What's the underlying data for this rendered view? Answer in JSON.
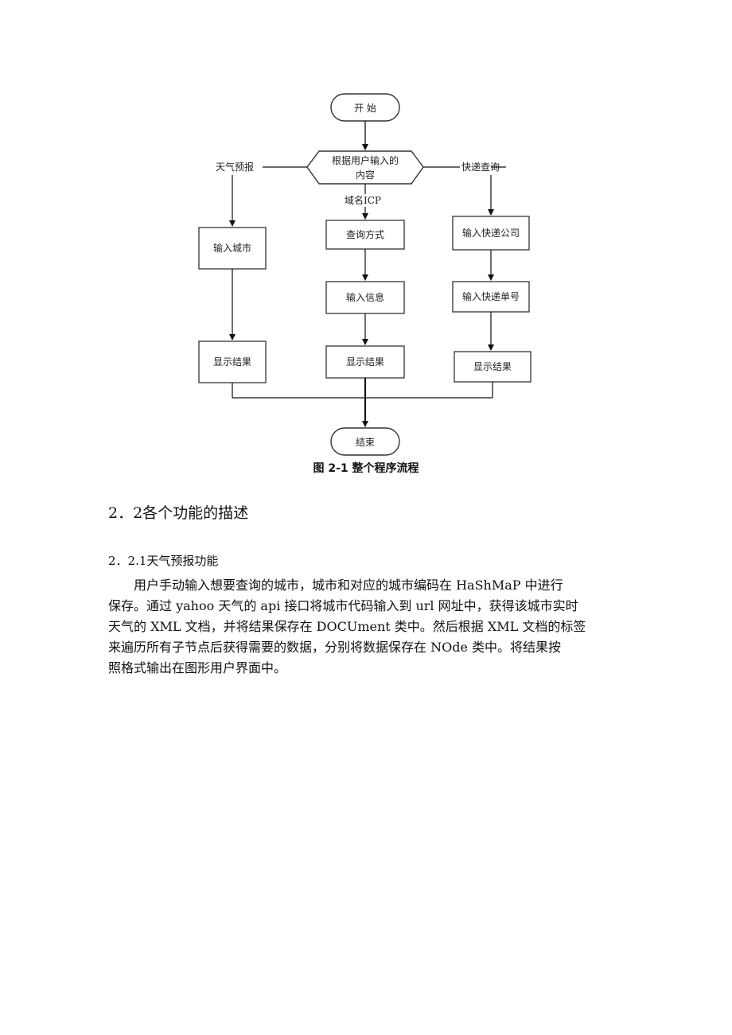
{
  "flowchart": {
    "start": "开 始",
    "decision": [
      "根据用户输入的",
      "内容"
    ],
    "branches": {
      "left": "天气预报",
      "middle": "域名ICP",
      "right": "快递查询"
    },
    "weather": {
      "input_city": "输入城市",
      "show_result": "显示结果"
    },
    "icp": {
      "query_method": "查询方式",
      "input_info": "输入信息",
      "show_result": "显示结果"
    },
    "express": {
      "input_company": "输入快递公司",
      "input_number": "输入快递单号",
      "show_result": "显示结果"
    },
    "end": "结束"
  },
  "figure_caption": "图 2-1 整个程序流程",
  "section": {
    "heading": "2．2各个功能的描述",
    "subsection_heading": "2．2.1天气预报功能",
    "paragraph_lines": [
      "用户手动输入想要查询的城市，城市和对应的城市编码在 HaShMaP 中进行",
      "保存。通过 yahoo 天气的 api 接口将城市代码输入到 url 网址中，获得该城市实时",
      "天气的 XML 文档，并将结果保存在 DOCUment 类中。然后根据 XML 文档的标签",
      "来遍历所有子节点后获得需要的数据，分别将数据保存在 NOde 类中。将结果按",
      "照格式输出在图形用户界面中。"
    ]
  }
}
